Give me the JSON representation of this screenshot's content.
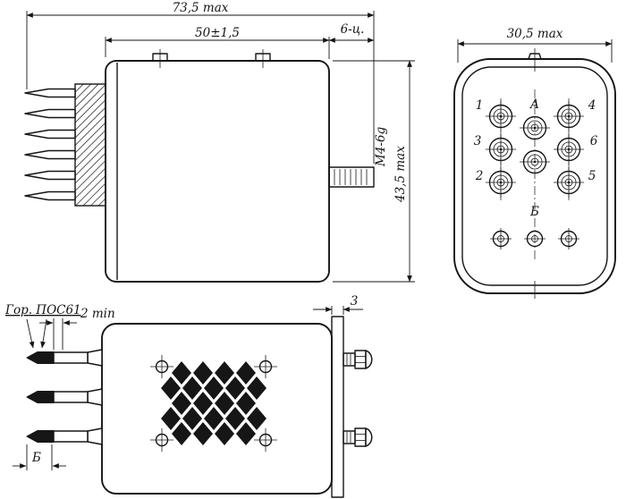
{
  "drawing": {
    "title": "relay-outline-drawing",
    "line_color": "#161616",
    "background": "#ffffff",
    "side_view": {
      "dim_total_length": "73,5 max",
      "dim_body_length": "50±1,5",
      "dim_stud": "6-ц.",
      "thread_callout": "М4-6g",
      "dim_height": "43,5 max"
    },
    "rear_view": {
      "dim_width": "30,5 max",
      "pin_labels": {
        "p1": "1",
        "p2": "2",
        "p3": "3",
        "p4": "4",
        "p5": "5",
        "p6": "6",
        "pa": "А",
        "pb": "Б"
      }
    },
    "bottom_view": {
      "solder_callout": "Гор. ПОС61",
      "dim_min_length": "2 min",
      "dim_plate_thickness": "3",
      "dim_ref": "Б"
    }
  }
}
